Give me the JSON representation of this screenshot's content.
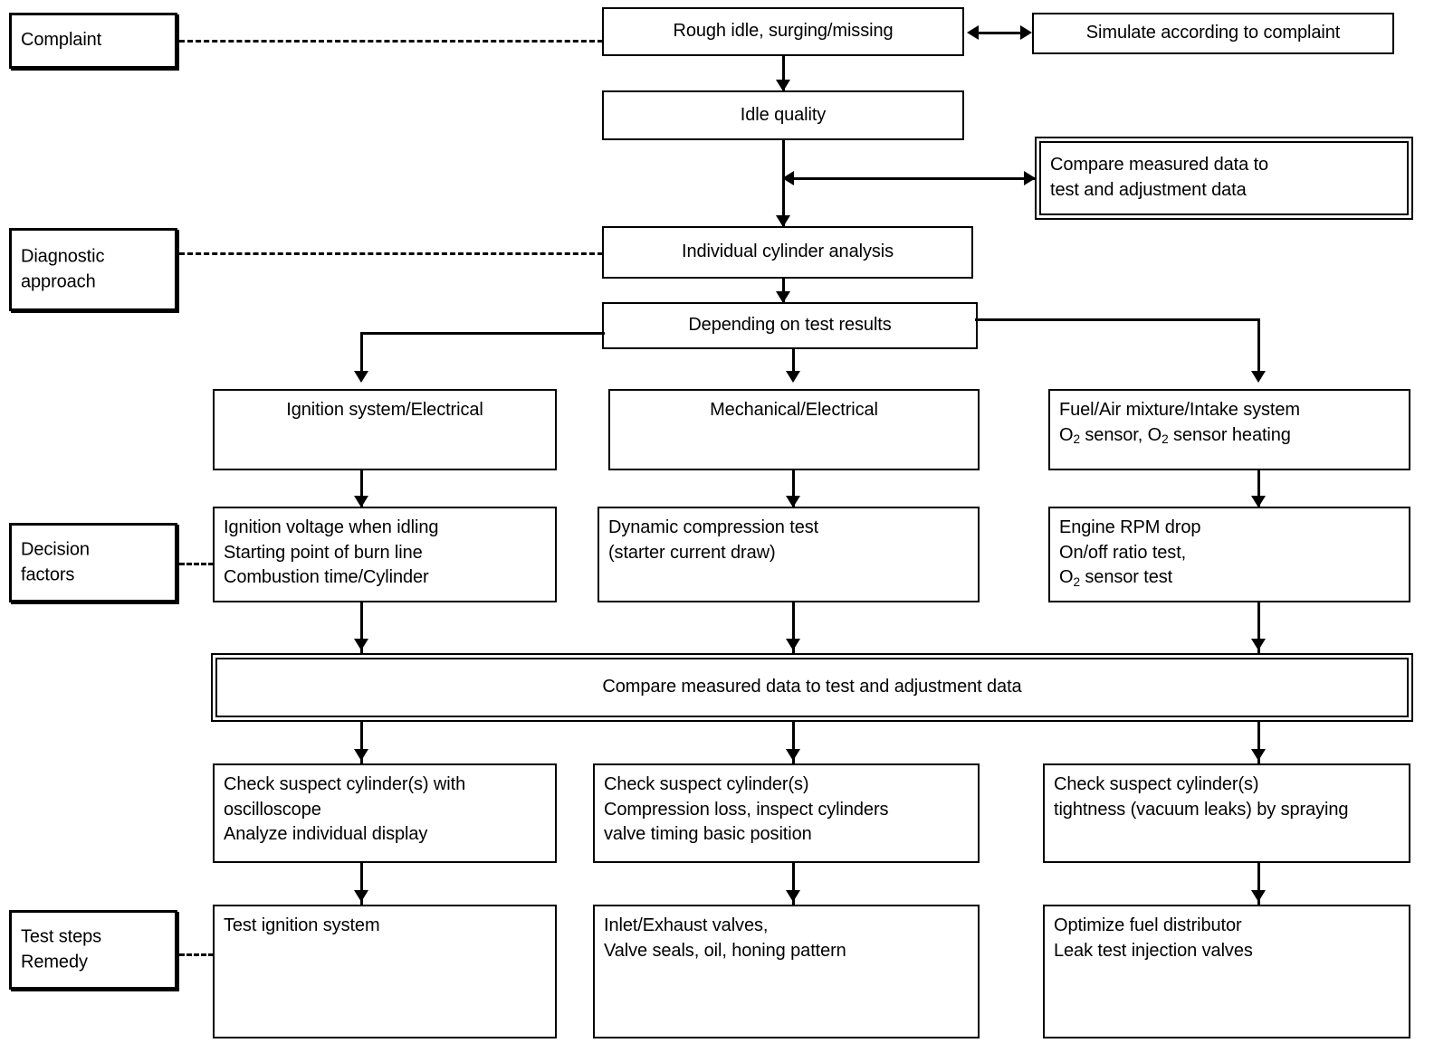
{
  "diagram": {
    "title": "Rough idle, surging/missing diagnostic flowchart",
    "ink_color": "#000000",
    "background_color": "#ffffff"
  },
  "rail_labels": {
    "complaint": "Complaint",
    "diagnostic_approach": "Diagnostic\napproach",
    "decision_factors": "Decision\nfactors",
    "test_steps_remedy": "Test steps\nRemedy"
  },
  "nodes": {
    "symptom": "Rough idle, surging/missing",
    "simulate": "Simulate according to complaint",
    "idle_quality": "Idle quality",
    "compare_top_line1": "Compare measured data to",
    "compare_top_line2": "test and adjustment data",
    "individual_cylinder_analysis": "Individual cylinder analysis",
    "depending_on_test_results": "Depending on test results",
    "branch_ignition": "Ignition system/Electrical",
    "branch_mechanical": "Mechanical/Electrical",
    "branch_fuel_line1": "Fuel/Air mixture/Intake system",
    "branch_fuel_line2_a": "O",
    "branch_fuel_line2_sub": "2",
    "branch_fuel_line2_b": " sensor, O",
    "branch_fuel_line2_c": " sensor heating",
    "factors_ignition": "Ignition voltage when idling\nStarting point of burn line\nCombustion time/Cylinder",
    "factors_mechanical": "Dynamic compression test\n(starter current draw)",
    "factors_fuel_line1": "Engine RPM drop",
    "factors_fuel_line2": "On/off ratio test,",
    "factors_fuel_line3_a": "O",
    "factors_fuel_line3_b": " sensor test",
    "compare_bar": "Compare measured data to test and adjustment data",
    "check_ignition": "Check suspect cylinder(s) with\noscilloscope\nAnalyze individual display",
    "check_mechanical": "Check suspect cylinder(s)\nCompression loss, inspect cylinders\nvalve timing basic position",
    "check_fuel": "Check suspect cylinder(s)\ntightness (vacuum leaks) by spraying",
    "remedy_ignition": "Test ignition system",
    "remedy_mechanical": "Inlet/Exhaust valves,\nValve seals, oil, honing pattern",
    "remedy_fuel": "Optimize fuel distributor\nLeak test injection valves"
  },
  "connectors": {
    "symptom_simulate": "double-headed-horizontal-arrow",
    "idle_quality_compare": "double-headed-horizontal-arrow",
    "symptom_to_idle": "down-arrow",
    "idle_to_analysis": "down-arrow",
    "analysis_to_depending": "down-arrow",
    "complaint_dashed": "dashed-line",
    "diagnostic_dashed": "dashed-line",
    "decision_dashed": "dashed-line",
    "test_steps_dashed": "dashed-line"
  }
}
